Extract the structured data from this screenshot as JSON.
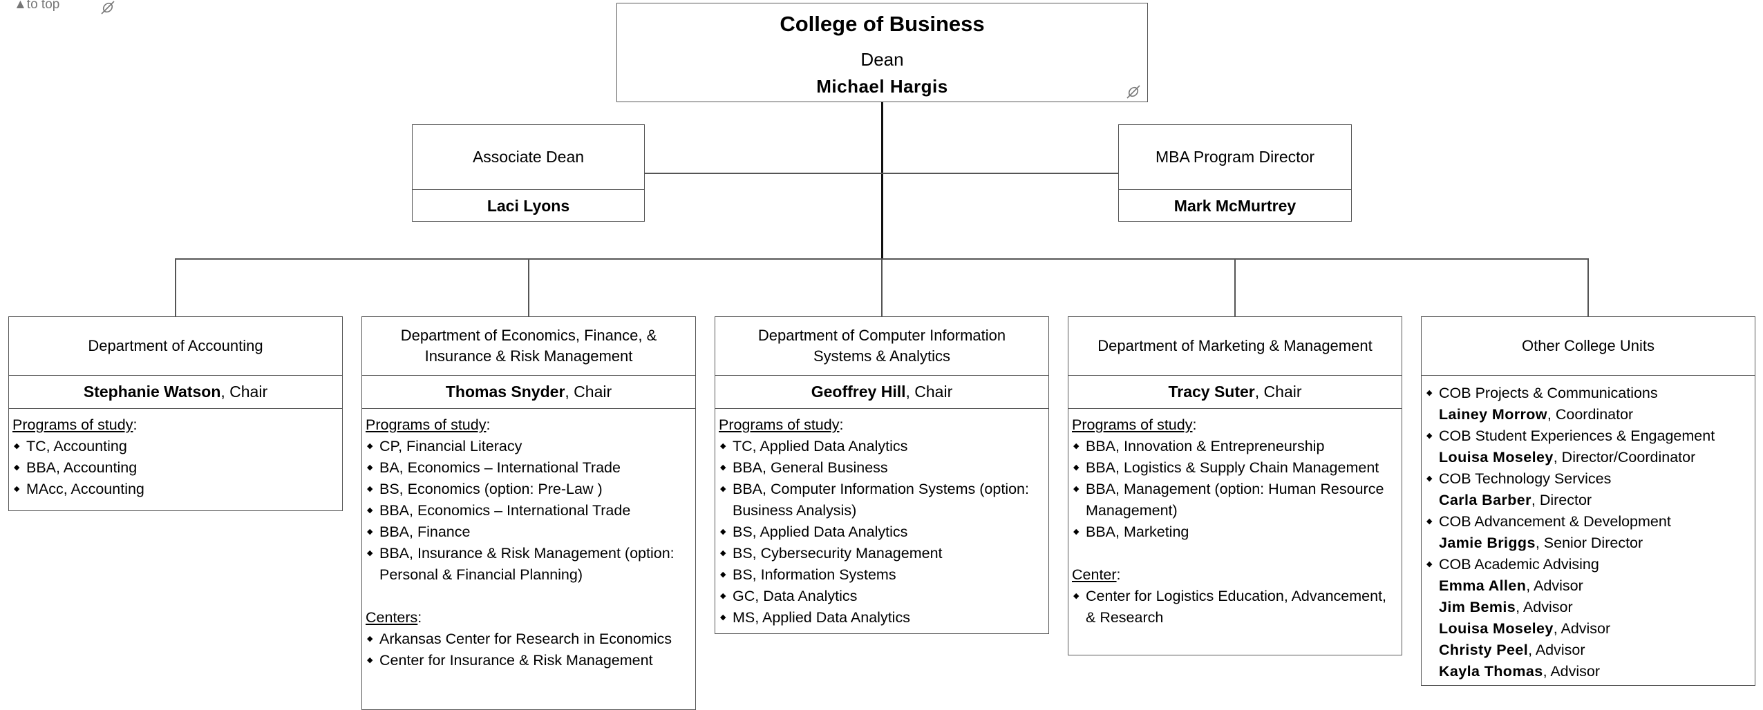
{
  "nav": {
    "to_top": "▲to top"
  },
  "dean": {
    "unit": "College of Business",
    "title": "Dean",
    "name": "Michael Hargis"
  },
  "staff": [
    {
      "role": "Associate Dean",
      "name": "Laci Lyons"
    },
    {
      "role": "MBA Program Director",
      "name": "Mark McMurtrey"
    }
  ],
  "departments": [
    {
      "name": "Department of Accounting",
      "chair": "Stephanie Watson",
      "chair_suffix": ", Chair",
      "programs_label": "Programs of study",
      "programs": [
        "TC, Accounting",
        "BBA, Accounting",
        "MAcc, Accounting"
      ]
    },
    {
      "name": "Department of Economics, Finance, & Insurance & Risk Management",
      "chair": "Thomas Snyder",
      "chair_suffix": ", Chair",
      "programs_label": "Programs of study",
      "programs": [
        "CP, Financial Literacy",
        "BA, Economics – International Trade",
        "BS, Economics (option: Pre-Law )",
        "BBA, Economics – International Trade",
        "BBA, Finance",
        "BBA, Insurance & Risk Management (option: Personal & Financial Planning)"
      ],
      "centers_label": "Centers",
      "centers": [
        "Arkansas Center for Research in Economics",
        "Center for Insurance & Risk Management"
      ]
    },
    {
      "name": "Department of Computer Information Systems & Analytics",
      "chair": "Geoffrey Hill",
      "chair_suffix": ", Chair",
      "programs_label": "Programs of study",
      "programs": [
        "TC, Applied Data Analytics",
        "BBA, General Business",
        "BBA, Computer Information Systems (option: Business Analysis)",
        "BS, Applied Data Analytics",
        "BS, Cybersecurity Management",
        "BS, Information Systems",
        "GC, Data Analytics",
        "MS, Applied Data Analytics"
      ]
    },
    {
      "name": "Department of Marketing & Management",
      "chair": "Tracy Suter",
      "chair_suffix": ", Chair",
      "programs_label": "Programs of study",
      "programs": [
        "BBA, Innovation & Entrepreneurship",
        "BBA, Logistics & Supply Chain Management",
        "BBA, Management (option: Human Resource Management)",
        "BBA, Marketing"
      ],
      "centers_label": "Center",
      "centers": [
        "Center for Logistics Education, Advancement, & Research"
      ]
    }
  ],
  "other_units": {
    "name": "Other College Units",
    "units": [
      {
        "unit": "COB Projects & Communications",
        "people": [
          {
            "name": "Lainey Morrow",
            "role": ", Coordinator"
          }
        ]
      },
      {
        "unit": "COB Student Experiences & Engagement",
        "people": [
          {
            "name": "Louisa Moseley",
            "role": ", Director/Coordinator"
          }
        ]
      },
      {
        "unit": "COB Technology Services",
        "people": [
          {
            "name": "Carla Barber",
            "role": ", Director"
          }
        ]
      },
      {
        "unit": "COB Advancement & Development",
        "people": [
          {
            "name": "Jamie Briggs",
            "role": ", Senior Director"
          }
        ]
      },
      {
        "unit": "COB Academic Advising",
        "people": [
          {
            "name": "Emma Allen",
            "role": ", Advisor"
          },
          {
            "name": "Jim Bemis",
            "role": ", Advisor"
          },
          {
            "name": "Louisa Moseley",
            "role": ", Advisor"
          },
          {
            "name": "Christy Peel",
            "role": ", Advisor"
          },
          {
            "name": "Kayla Thomas",
            "role": ", Advisor"
          }
        ]
      }
    ]
  },
  "colors": {
    "border": "#555555",
    "text": "#000000",
    "muted": "#777777"
  },
  "icons": {
    "unlink": "unlink-icon"
  }
}
